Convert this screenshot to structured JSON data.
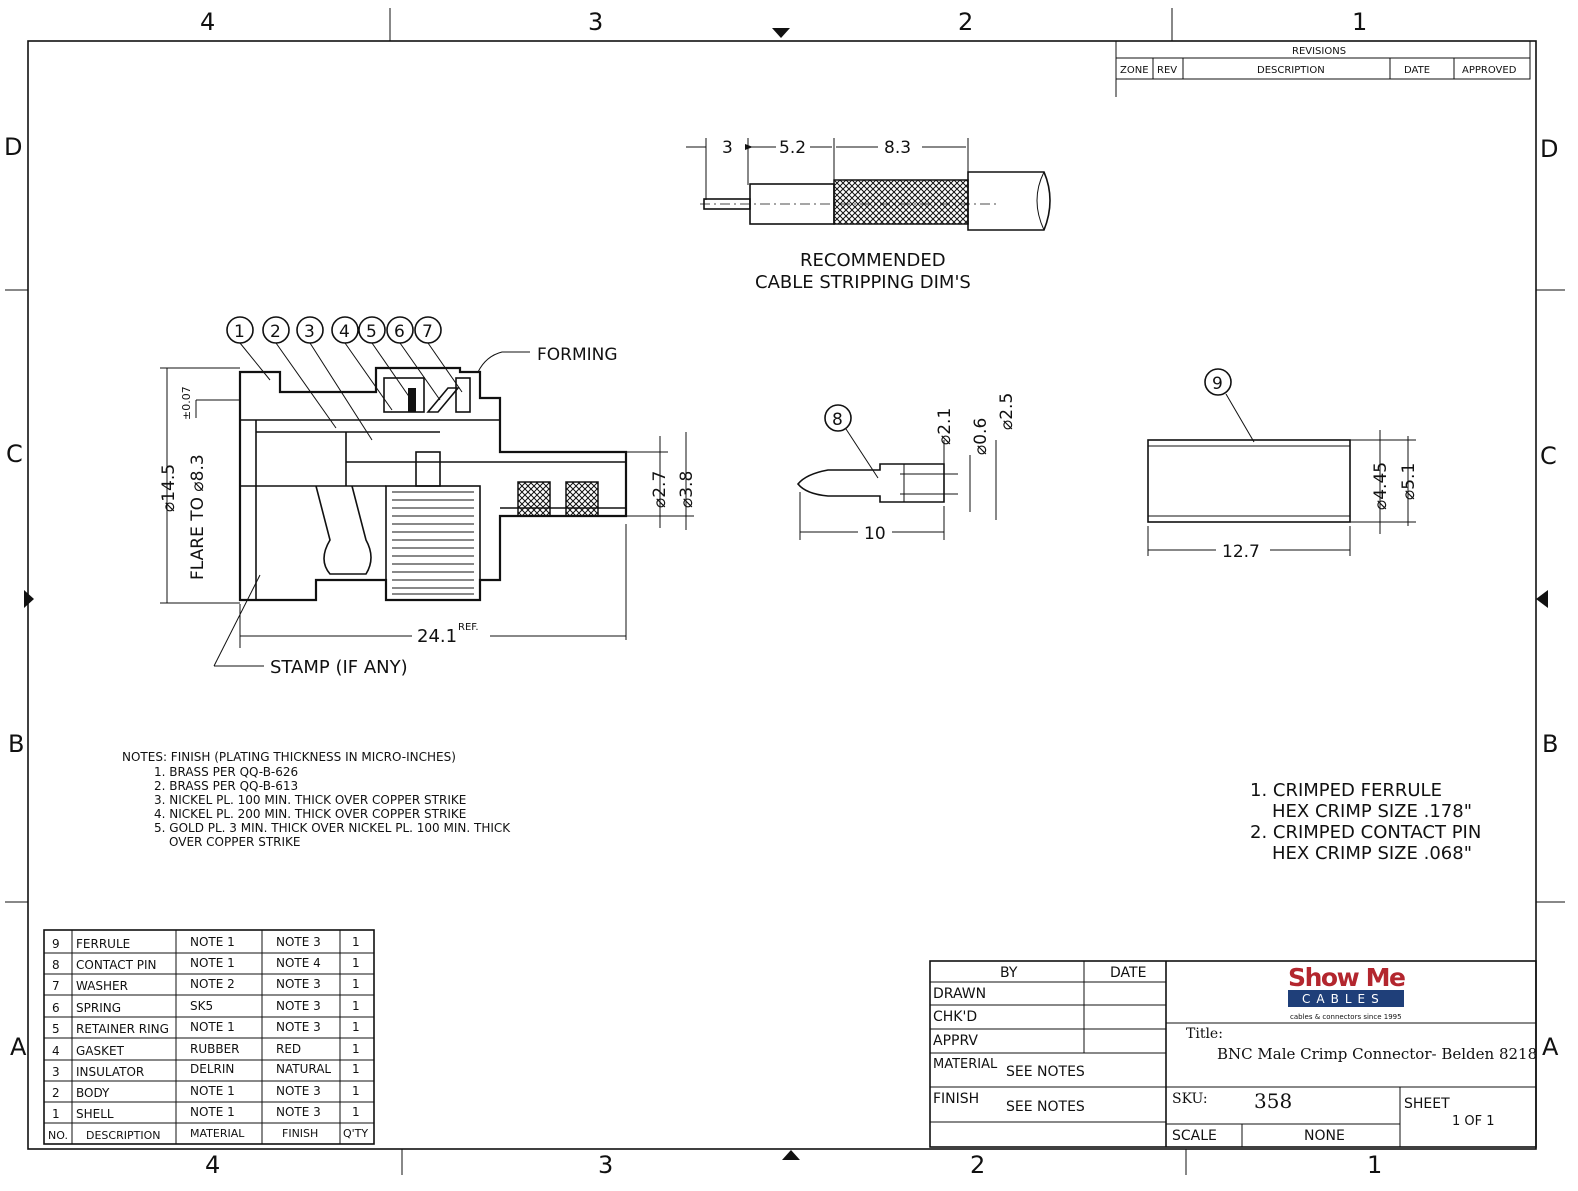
{
  "frame": {
    "top_zones": [
      "4",
      "3",
      "2",
      "1"
    ],
    "bottom_zones": [
      "4",
      "3",
      "2",
      "1"
    ],
    "left_zones": [
      "D",
      "C",
      "B",
      "A"
    ],
    "right_zones": [
      "D",
      "C",
      "B",
      "A"
    ]
  },
  "revisions": {
    "title": "REVISIONS",
    "headers": [
      "ZONE",
      "REV",
      "DESCRIPTION",
      "DATE",
      "APPROVED"
    ]
  },
  "stripping": {
    "dims": [
      "3",
      "5.2",
      "8.3"
    ],
    "caption_line1": "RECOMMENDED",
    "caption_line2": "CABLE STRIPPING DIM'S"
  },
  "connector": {
    "balloons": [
      "1",
      "2",
      "3",
      "4",
      "5",
      "6",
      "7"
    ],
    "forming": "FORMING",
    "tolerance": "±0.07",
    "flare_label": "FLARE TO ⌀8.3",
    "diam_outer": "⌀14.5",
    "diam_a": "⌀2.7",
    "diam_b": "⌀3.8",
    "length": "24.1",
    "length_ref": "REF.",
    "stamp": "STAMP (IF ANY)"
  },
  "pin": {
    "balloon": "8",
    "d1": "⌀2.1",
    "d2": "⌀0.6",
    "d3": "⌀2.5",
    "length": "10"
  },
  "ferrule": {
    "balloon": "9",
    "d1": "⌀4.45",
    "d2": "⌀5.1",
    "length": "12.7"
  },
  "notes": {
    "header": "NOTES: FINISH (PLATING THICKNESS IN MICRO-INCHES)",
    "items": [
      "1. BRASS PER QQ-B-626",
      "2. BRASS PER QQ-B-613",
      "3. NICKEL PL. 100 MIN. THICK OVER COPPER STRIKE",
      "4. NICKEL PL. 200 MIN. THICK OVER COPPER STRIKE",
      "5. GOLD PL. 3 MIN. THICK OVER NICKEL PL. 100 MIN. THICK"
    ],
    "continuation": "OVER COPPER STRIKE"
  },
  "crimp_notes": [
    "1. CRIMPED FERRULE",
    "HEX CRIMP SIZE .178\"",
    "2. CRIMPED CONTACT PIN",
    "HEX CRIMP SIZE .068\""
  ],
  "bom": {
    "headers": [
      "NO.",
      "DESCRIPTION",
      "MATERIAL",
      "FINISH",
      "Q'TY"
    ],
    "rows": [
      [
        "9",
        "FERRULE",
        "NOTE 1",
        "NOTE 3",
        "1"
      ],
      [
        "8",
        "CONTACT PIN",
        "NOTE 1",
        "NOTE 4",
        "1"
      ],
      [
        "7",
        "WASHER",
        "NOTE 2",
        "NOTE 3",
        "1"
      ],
      [
        "6",
        "SPRING",
        "SK5",
        "NOTE 3",
        "1"
      ],
      [
        "5",
        "RETAINER RING",
        "NOTE 1",
        "NOTE 3",
        "1"
      ],
      [
        "4",
        "GASKET",
        "RUBBER",
        "RED",
        "1"
      ],
      [
        "3",
        "INSULATOR",
        "DELRIN",
        "NATURAL",
        "1"
      ],
      [
        "2",
        "BODY",
        "NOTE 1",
        "NOTE 3",
        "1"
      ],
      [
        "1",
        "SHELL",
        "NOTE 1",
        "NOTE 3",
        "1"
      ]
    ]
  },
  "titleblock": {
    "by": "BY",
    "date": "DATE",
    "drawn": "DRAWN",
    "chkd": "CHK'D",
    "apprv": "APPRV",
    "material_label": "MATERIAL",
    "material_value": "SEE NOTES",
    "finish_label": "FINISH",
    "finish_value": "SEE NOTES",
    "logo_line1": "Show Me",
    "logo_band": "CABLES",
    "logo_tagline": "cables & connectors since 1995",
    "title_label": "Title:",
    "title_value": "BNC Male Crimp Connector- Belden 8218",
    "sku_label": "SKU:",
    "sku_value": "358",
    "sheet_label": "SHEET",
    "sheet_value": "1 OF 1",
    "scale_label": "SCALE",
    "scale_value": "NONE"
  }
}
